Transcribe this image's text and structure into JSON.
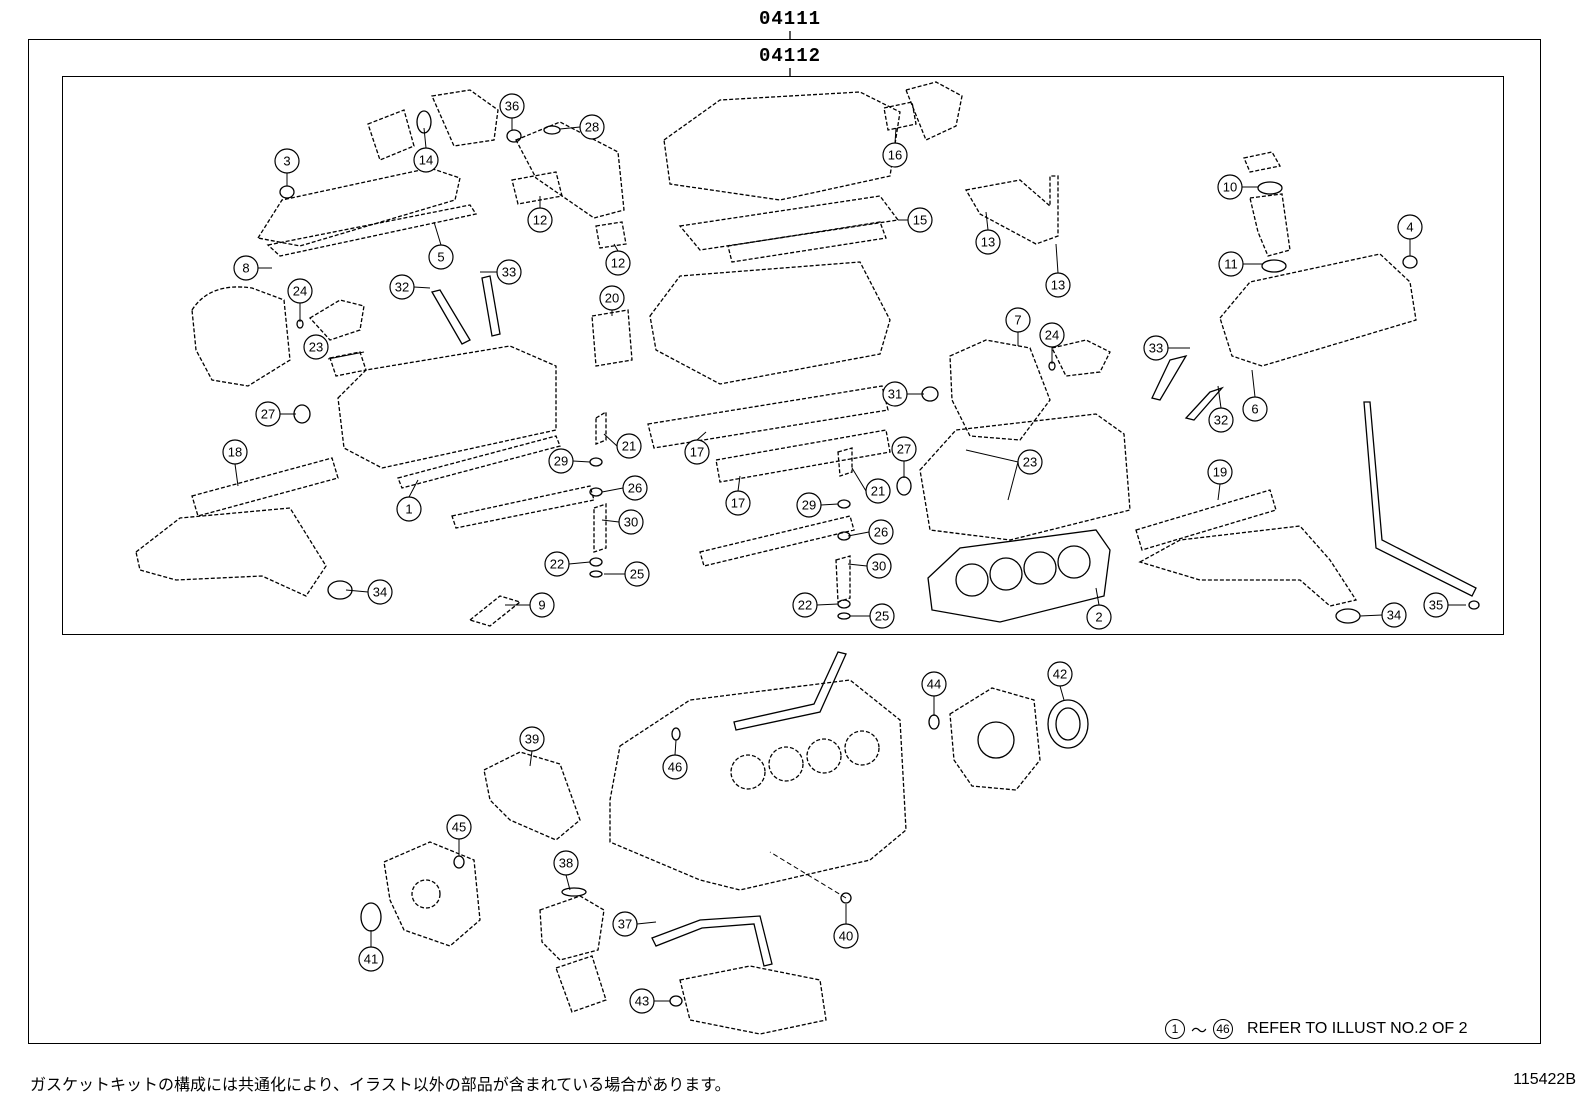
{
  "kit_outer": "04111",
  "kit_inner": "04112",
  "note": {
    "range_start": "1",
    "range_sep": "〜",
    "range_end": "46",
    "text": "REFER TO ILLUST NO.2 OF 2"
  },
  "footer_note": "ガスケットキットの構成には共通化により、イラスト以外の部品が含まれている場合があります。",
  "illustration_id": "115422B",
  "callouts": [
    "1",
    "2",
    "3",
    "4",
    "5",
    "6",
    "7",
    "8",
    "9",
    "10",
    "11",
    "12",
    "12",
    "13",
    "13",
    "14",
    "15",
    "16",
    "17",
    "17",
    "18",
    "19",
    "20",
    "21",
    "21",
    "22",
    "22",
    "23",
    "23",
    "24",
    "24",
    "25",
    "25",
    "26",
    "26",
    "27",
    "27",
    "28",
    "29",
    "29",
    "30",
    "30",
    "31",
    "32",
    "32",
    "33",
    "33",
    "34",
    "34",
    "35",
    "36",
    "37",
    "38",
    "39",
    "40",
    "41",
    "42",
    "43",
    "44",
    "45",
    "46"
  ]
}
